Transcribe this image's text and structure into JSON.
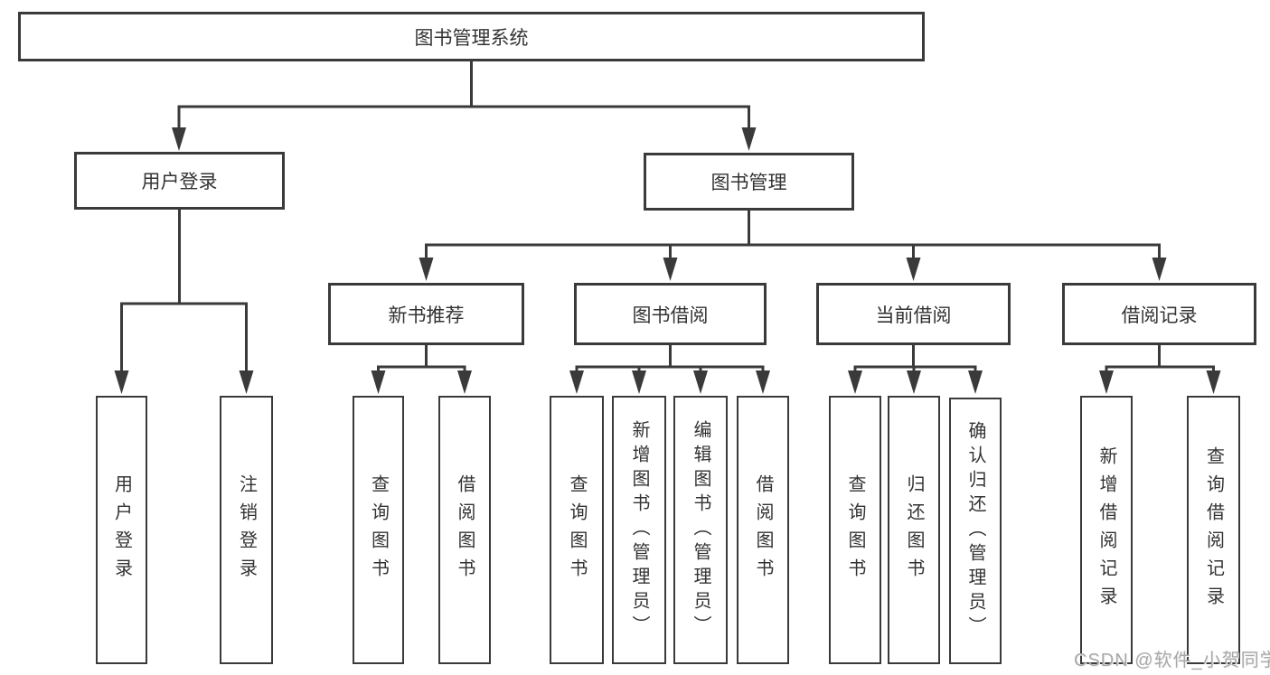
{
  "diagram": {
    "root": {
      "label": "图书管理系统"
    },
    "level2": [
      {
        "label": "用户登录"
      },
      {
        "label": "图书管理"
      }
    ],
    "level3": [
      {
        "label": "新书推荐"
      },
      {
        "label": "图书借阅"
      },
      {
        "label": "当前借阅"
      },
      {
        "label": "借阅记录"
      }
    ],
    "leaves": {
      "user_login": [
        {
          "label": "用户登录"
        },
        {
          "label": "注销登录"
        }
      ],
      "new_books": [
        {
          "label": "查询图书"
        },
        {
          "label": "借阅图书"
        }
      ],
      "borrowing": [
        {
          "label": "查询图书"
        },
        {
          "label": "新增图书（管理员）"
        },
        {
          "label": "编辑图书（管理员）"
        },
        {
          "label": "借阅图书"
        }
      ],
      "current": [
        {
          "label": "查询图书"
        },
        {
          "label": "归还图书"
        },
        {
          "label": "确认归还（管理员）"
        }
      ],
      "records": [
        {
          "label": "新增借阅记录"
        },
        {
          "label": "查询借阅记录"
        }
      ]
    },
    "watermark": "CSDN @软件_小贺同学",
    "colors": {
      "line": "#3a3a3a",
      "text": "#333333",
      "box_fill": "#ffffff",
      "background": "#ffffff",
      "watermark": "#a8a8a8"
    }
  }
}
